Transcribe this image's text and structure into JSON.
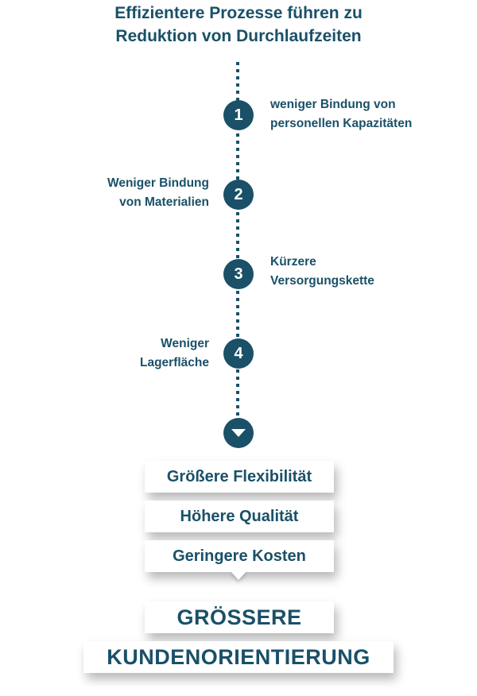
{
  "title": [
    "Effizientere Prozesse führen zu",
    "Reduktion von Durchlaufzeiten"
  ],
  "steps": [
    {
      "number": "1",
      "lines": [
        "weniger Bindung von",
        "personellen Kapazitäten"
      ]
    },
    {
      "number": "2",
      "lines": [
        "Weniger Bindung",
        "von Materialien"
      ]
    },
    {
      "number": "3",
      "lines": [
        "Kürzere",
        "Versorgungskette"
      ]
    },
    {
      "number": "4",
      "lines": [
        "Weniger",
        "Lagerfläche"
      ]
    }
  ],
  "benefits": [
    "Größere Flexibilität",
    "Höhere Qualität",
    "Geringere Kosten"
  ],
  "result": [
    "GRÖSSERE",
    "KUNDENORIENTIERUNG"
  ],
  "colors": {
    "primary": "#1a5068"
  }
}
